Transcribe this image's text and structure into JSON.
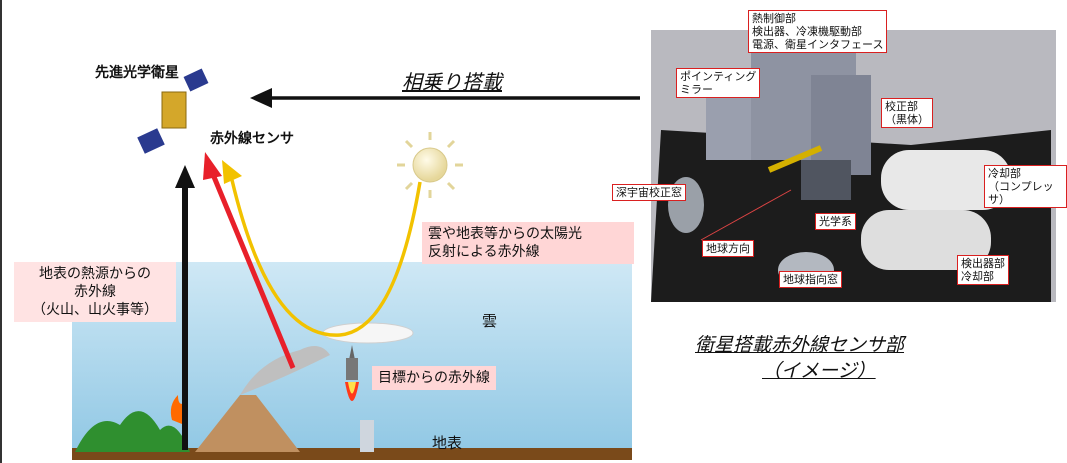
{
  "left": {
    "satellite_label": "先進光学衛星",
    "sensor_label": "赤外線センサ",
    "cloud_label": "雲",
    "ground_label": "地表",
    "target_ir_label": "目標からの赤外線",
    "solar_ir_label": "雲や地表等からの太陽光\n反射による赤外線",
    "heat_ir_label": "地表の熱源からの\n赤外線\n（火山、山火事等）"
  },
  "arrow_label": "相乗り搭載",
  "right": {
    "caption_line1": "衛星搭載赤外線センサ部",
    "caption_line2": "（イメージ）",
    "callouts": {
      "thermal": "熱制御部\n検出器、冷凍機駆動部\n電源、衛星インタフェース",
      "pointing": "ポインティング\nミラー",
      "calibration": "校正部\n（黒体）",
      "cooling": "冷却部\n（コンプレッサ）",
      "deep_space": "深宇宙校正窓",
      "optics": "光学系",
      "earth_direction": "地球方向",
      "earth_window": "地球指向窓",
      "detector": "検出器部\n冷却部"
    }
  },
  "colors": {
    "red_arrow": "#e8202a",
    "yellow_arrow": "#f2c200",
    "callout_border": "#d92020",
    "pink_box": "#ffd6d6",
    "sky": "#9fd0ea"
  }
}
